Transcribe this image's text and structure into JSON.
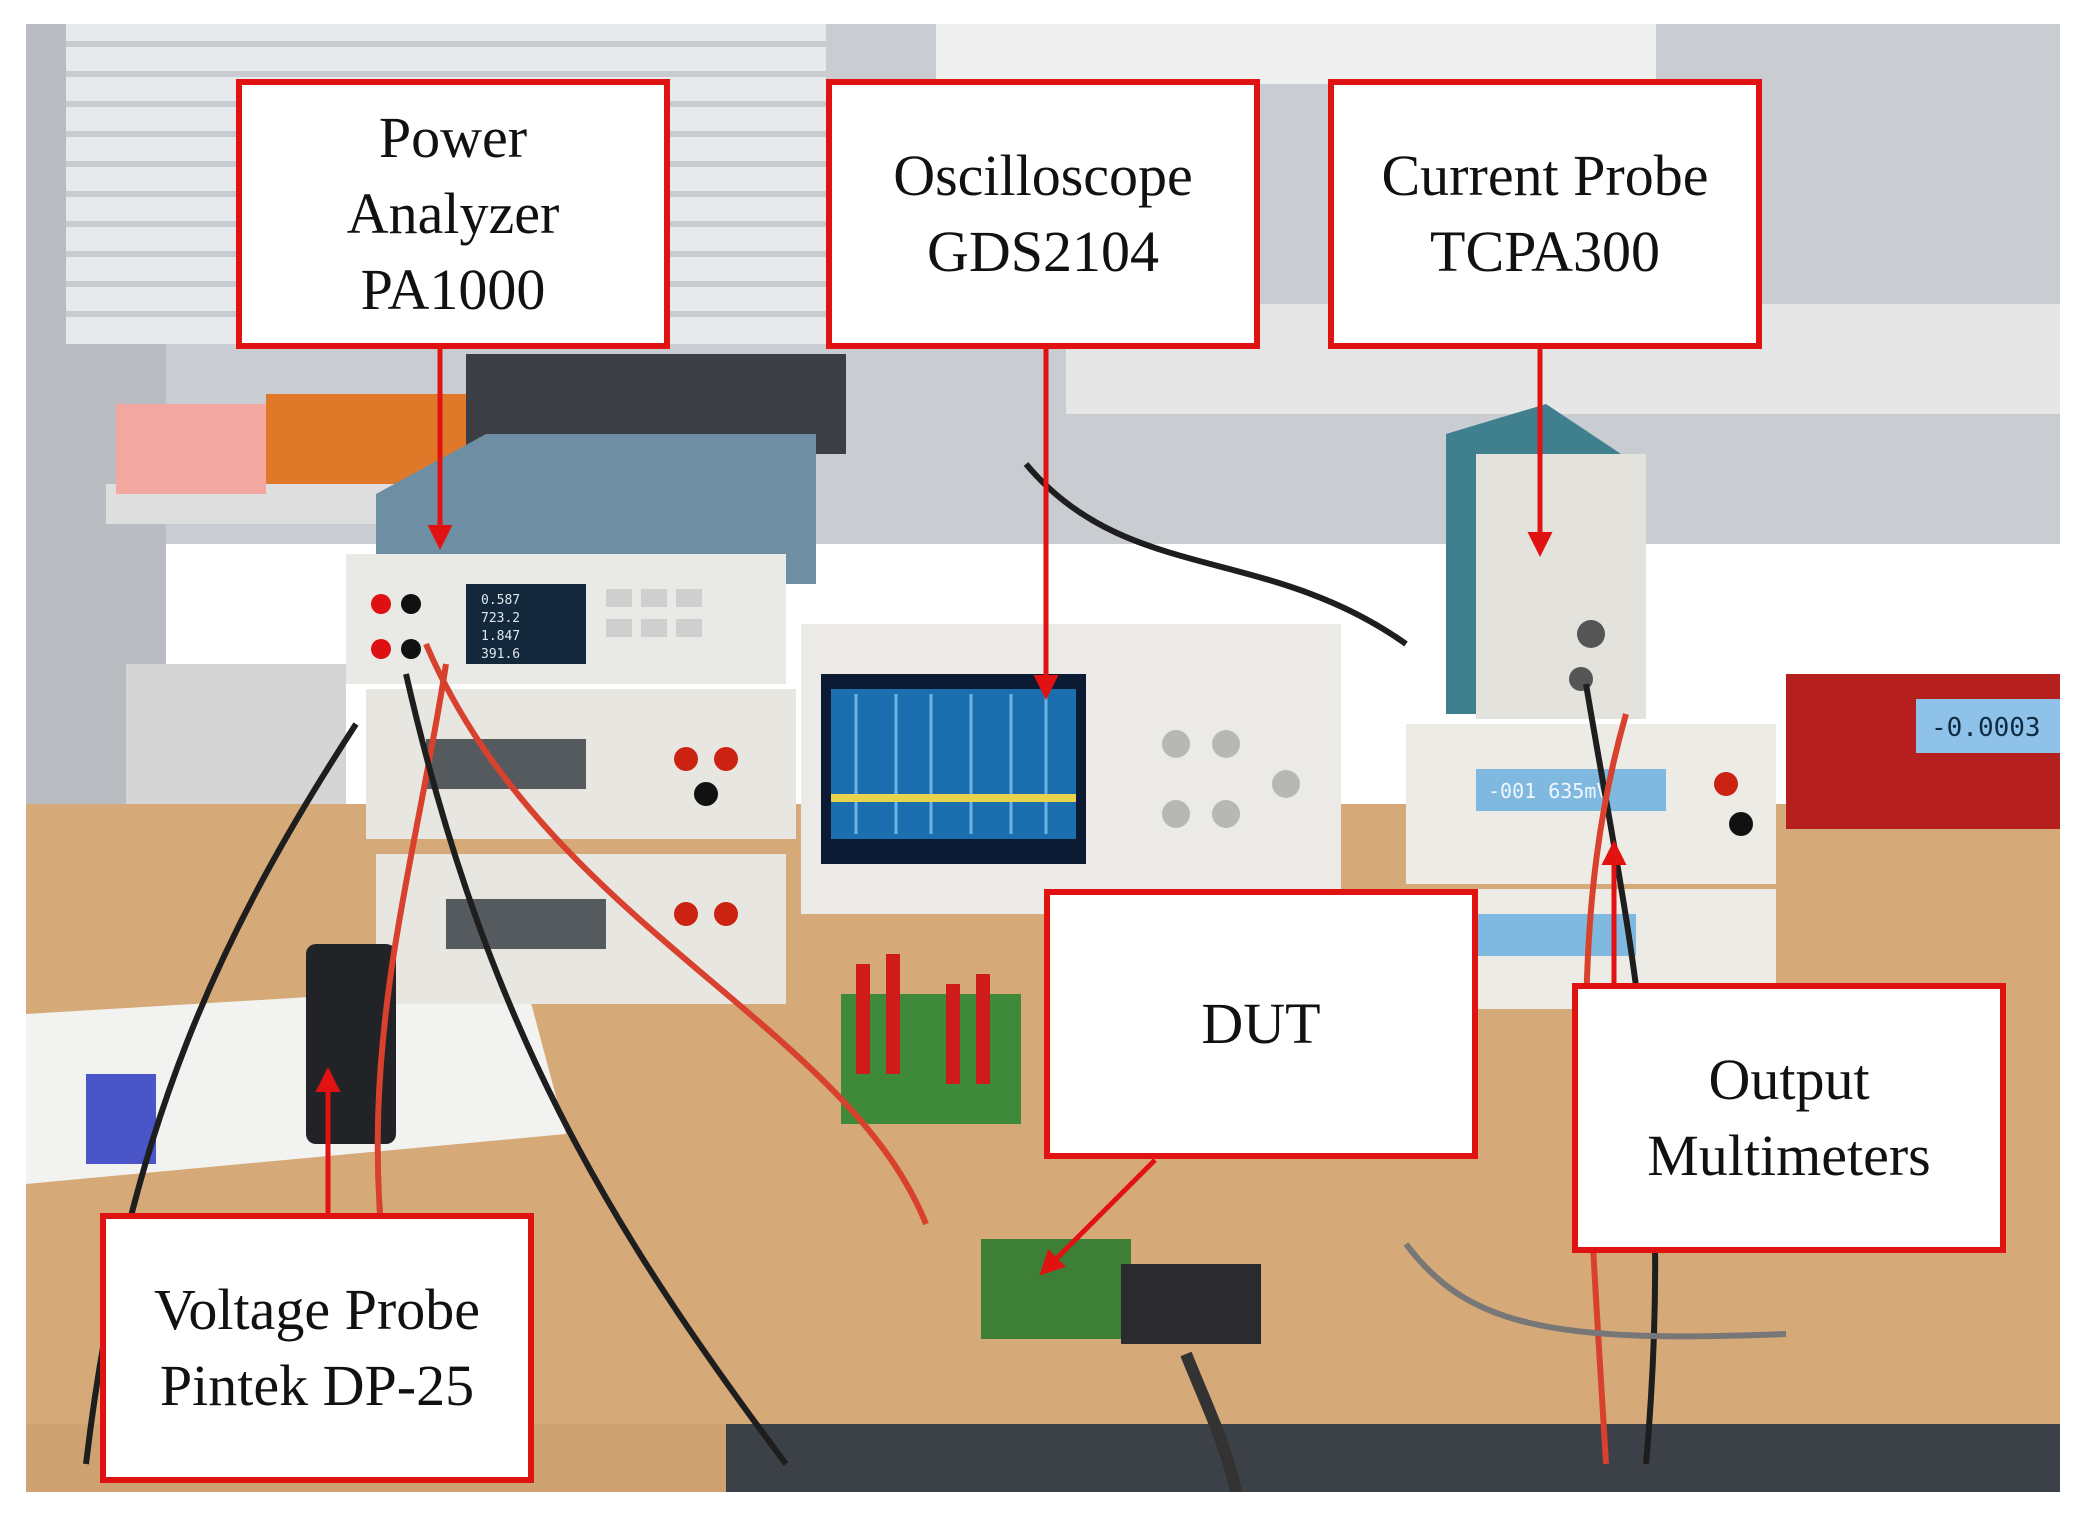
{
  "colors": {
    "label_border": "#e11212",
    "arrow": "#e11212",
    "label_text": "#111111",
    "label_bg": "#ffffff"
  },
  "labels": {
    "power_analyzer": {
      "line1": "Power",
      "line2": "Analyzer",
      "line3": "PA1000"
    },
    "oscilloscope": {
      "line1": "Oscilloscope",
      "line2": "GDS2104"
    },
    "current_probe": {
      "line1": "Current Probe",
      "line2": "TCPA300"
    },
    "dut": {
      "line1": "DUT"
    },
    "output_multimeters": {
      "line1": "Output",
      "line2": "Multimeters"
    },
    "voltage_probe": {
      "line1": "Voltage Probe",
      "line2": "Pintek DP-25"
    }
  },
  "displays": {
    "power_analyzer_screen": {
      "row1": "0.587",
      "row2": "723.2",
      "row3": "1.847",
      "row4": "391.6"
    },
    "multimeter_right_top": "-001 635mV",
    "multimeter_far_right": "-0.0003"
  }
}
